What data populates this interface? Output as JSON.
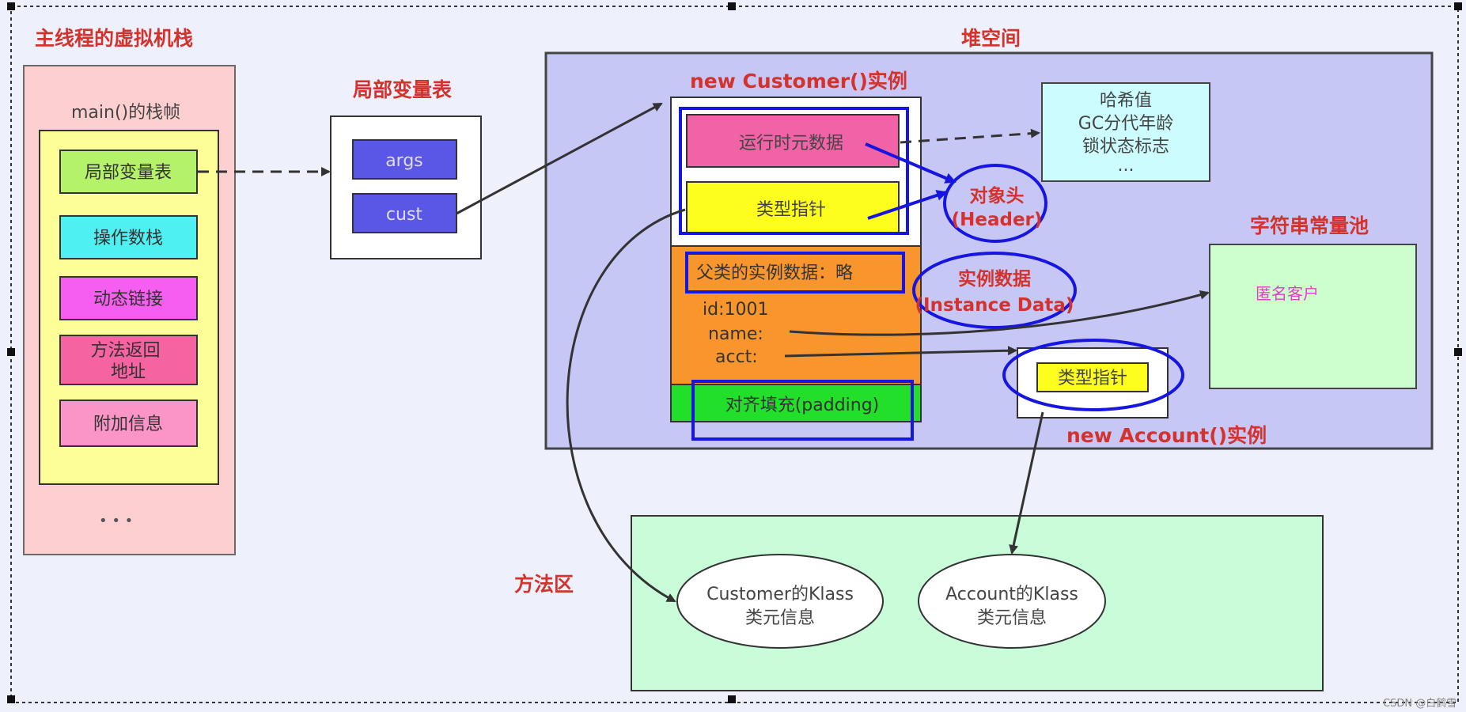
{
  "stack": {
    "title": "主线程的虚拟机栈",
    "frame_title": "main()的栈帧",
    "items": [
      "局部变量表",
      "操作数栈",
      "动态链接",
      "方法返回\n地址",
      "附加信息"
    ],
    "ellipsis": "• • •"
  },
  "local_vars": {
    "title": "局部变量表",
    "items": [
      "args",
      "cust"
    ]
  },
  "heap": {
    "title": "堆空间",
    "customer_title": "new Customer()实例",
    "runtime_meta": "运行时元数据",
    "type_pointer": "类型指针",
    "parent_data": "父类的实例数据：略",
    "fields": [
      "id:1001",
      "name:",
      "acct:"
    ],
    "padding": "对齐填充(padding)",
    "header_label": "对象头",
    "header_label_en": "(Header)",
    "instance_label": "实例数据",
    "instance_label_en": "(Instance Data)",
    "meta_box": [
      "哈希值",
      "GC分代年龄",
      "锁状态标志",
      "..."
    ],
    "string_pool_title": "字符串常量池",
    "string_pool_item": "匿名客户",
    "account_title": "new Account()实例",
    "account_type_pointer": "类型指针"
  },
  "method_area": {
    "title": "方法区",
    "klass": [
      {
        "line1": "Customer的Klass",
        "line2": "类元信息"
      },
      {
        "line1": "Account的Klass",
        "line2": "类元信息"
      }
    ]
  },
  "watermark": "CSDN @白鹤雪",
  "colors": {
    "title_red": "#d4322c",
    "stack_bg": "#fecfd0",
    "frame_bg": "#fefe99",
    "heap_bg": "#c7c7f6",
    "blue_outline": "#1616e0",
    "method_bg": "#c9fdd9",
    "pool_bg": "#ccfece",
    "meta_bg": "#ccfcfe",
    "orange": "#f8962d",
    "pink": "#f262a6",
    "yellow": "#fefe1e",
    "green": "#22e02a",
    "slot_blue": "#5a57e6"
  }
}
